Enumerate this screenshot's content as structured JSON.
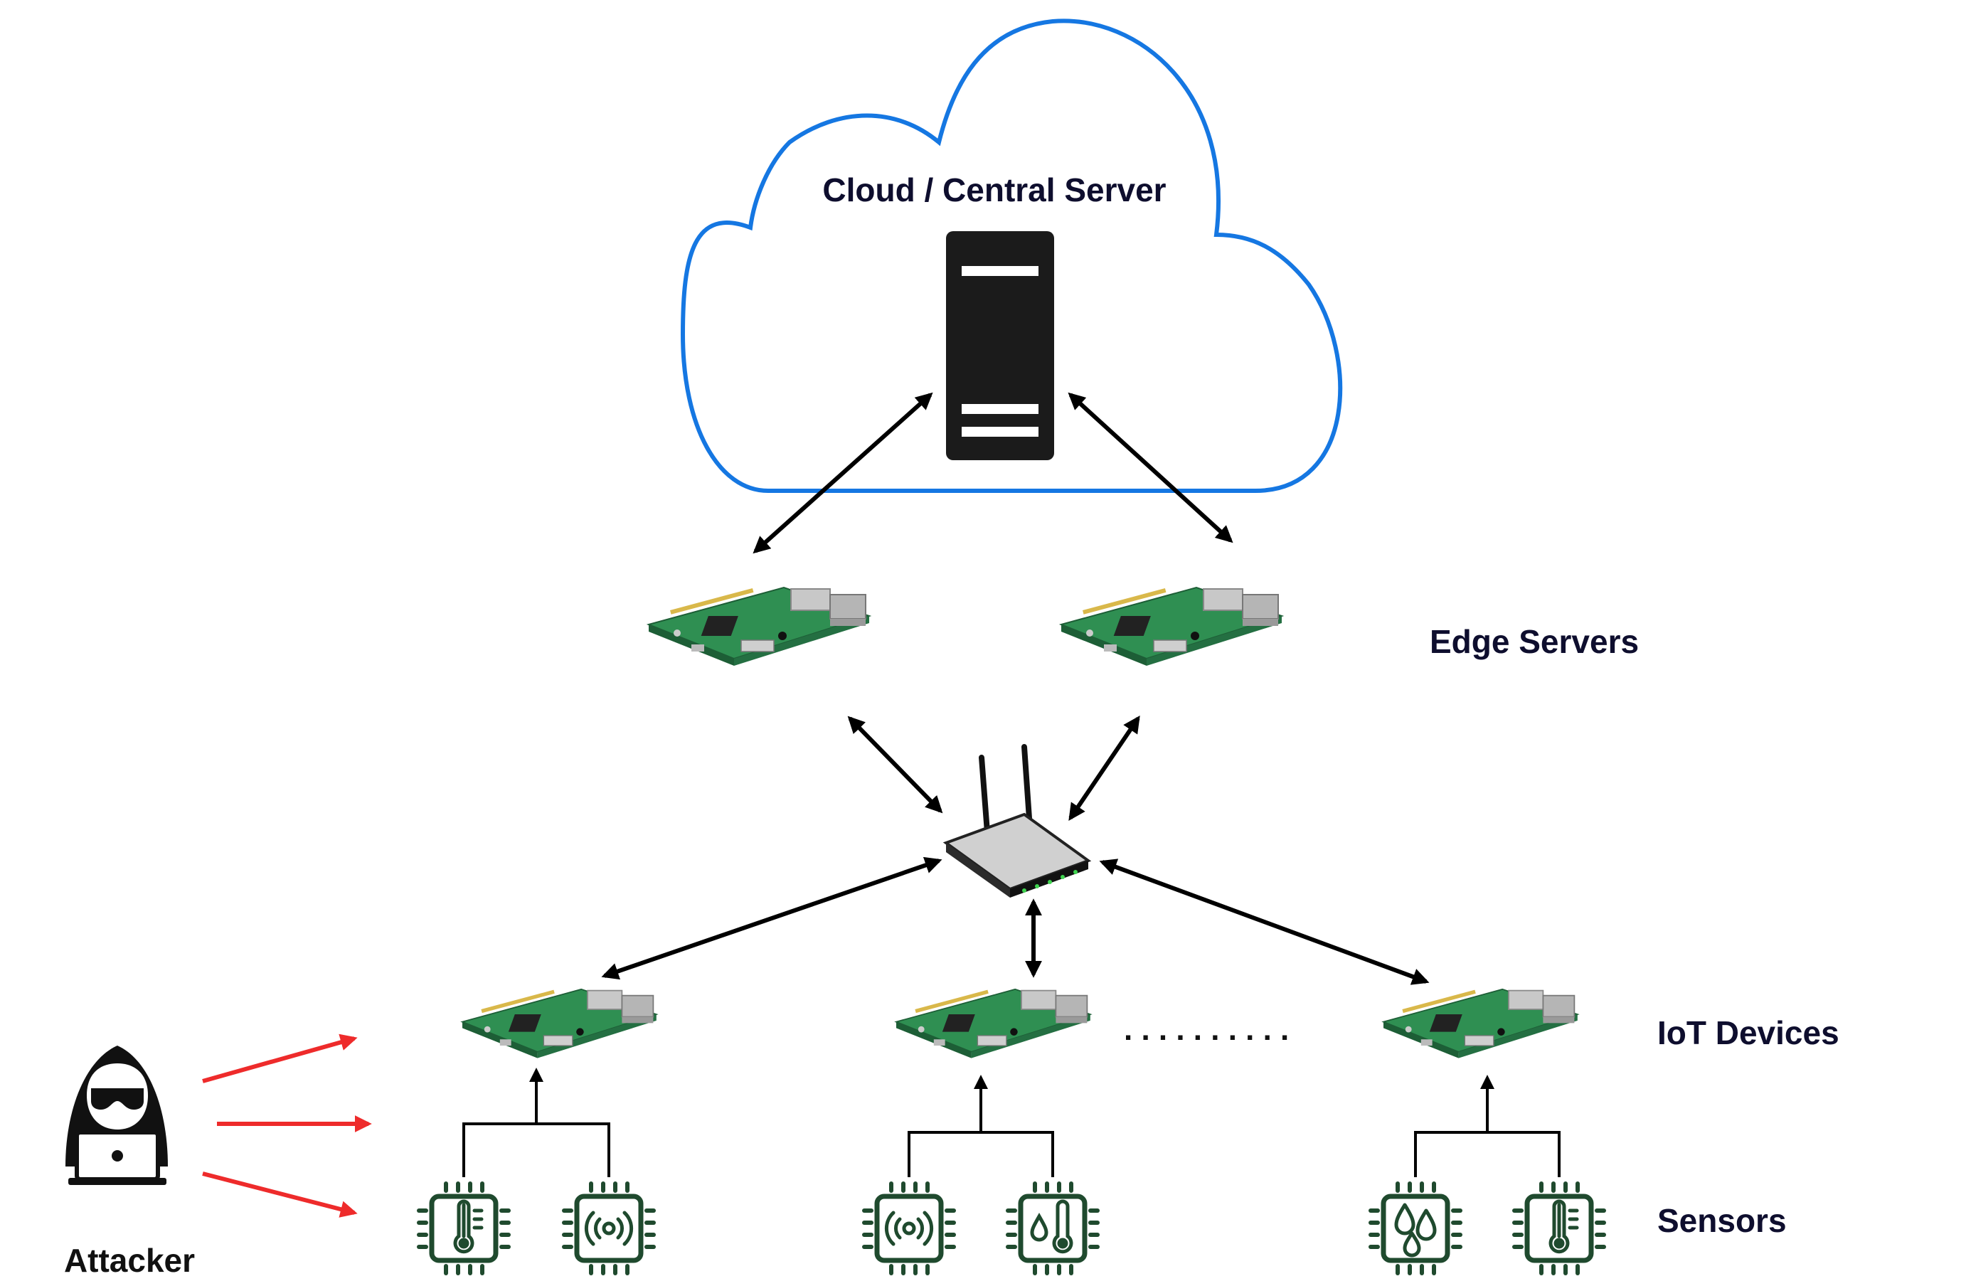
{
  "labels": {
    "cloud": "Cloud / Central Server",
    "edge": "Edge Servers",
    "iot": "IoT Devices",
    "sensors": "Sensors",
    "attacker": "Attacker",
    "dots": ". . . . . . . . . ."
  },
  "colors": {
    "cloud_stroke": "#1577e2",
    "arrow": "#000000",
    "attack_arrow": "#ee2b2b",
    "sensor_green": "#1f4a2e",
    "label_dark": "#0e0e2e",
    "pcb_green": "#2f8f52"
  },
  "icons": {
    "server": "server-tower-icon",
    "edge_board": "raspberry-pi-board-icon",
    "router": "wifi-router-icon",
    "iot_board": "raspberry-pi-board-icon",
    "attacker": "hooded-hacker-icon",
    "sensor_types": [
      "thermometer-chip-icon",
      "signal-chip-icon",
      "signal-chip-icon",
      "thermo-drop-chip-icon",
      "droplets-chip-icon",
      "thermometer-chip-icon"
    ]
  }
}
